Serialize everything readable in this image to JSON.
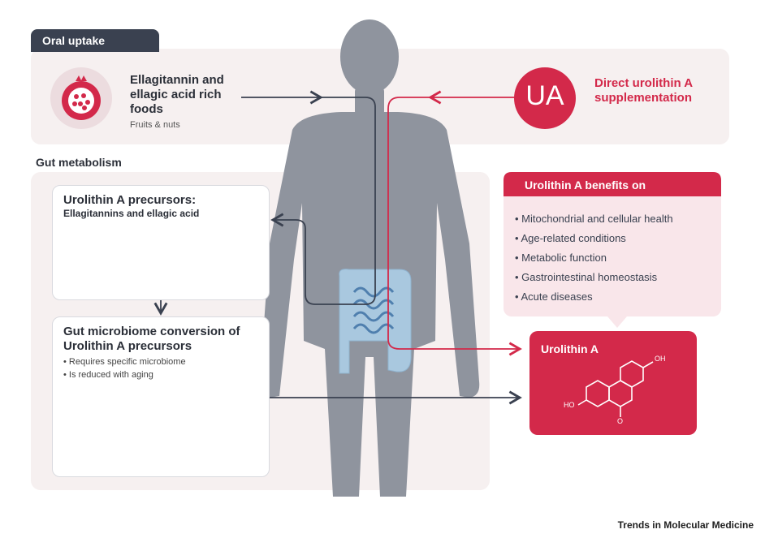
{
  "oral_uptake": {
    "tab_label": "Oral uptake",
    "food_title": "Ellagitannin and ellagic acid rich foods",
    "food_subtitle": "Fruits & nuts",
    "ua_badge": "UA",
    "supplement_label": "Direct urolithin A supplementation"
  },
  "gut_metabolism": {
    "tab_label": "Gut metabolism",
    "precursors_title": "Urolithin A precursors:",
    "precursors_subtitle": "Ellagitannins and ellagic acid",
    "conversion_title": "Gut microbiome conversion of Urolithin A precursors",
    "conversion_bullets": [
      "• Requires specific microbiome",
      "• Is reduced with aging"
    ]
  },
  "benefits": {
    "title": "Urolithin A benefits on",
    "items": [
      "• Mitochondrial and cellular health",
      "• Age-related conditions",
      "• Metabolic function",
      "• Gastrointestinal homeostasis",
      "• Acute diseases"
    ]
  },
  "urolithin_box": {
    "title": "Urolithin A",
    "oh_top": "OH",
    "ho_left": "HO",
    "o_bottom": "O"
  },
  "footer": {
    "credit": "Trends in Molecular Medicine"
  },
  "colors": {
    "accent_red": "#d3294a",
    "dark_slate": "#3a4150",
    "body_gray": "#8f949e",
    "gut_blue": "#a9c8df"
  }
}
